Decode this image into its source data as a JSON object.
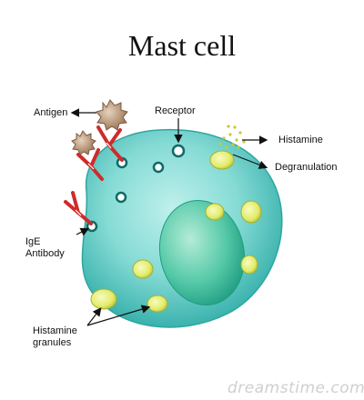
{
  "title": "Mast cell",
  "labels": {
    "antigen": "Antigen",
    "receptor": "Receptor",
    "histamine": "Histamine",
    "degranulation": "Degranulation",
    "ige_antibody": "IgE\nAntibody",
    "histamine_granules": "Histamine\ngranules"
  },
  "watermark": "dreamstime.com",
  "colors": {
    "cell": "#71d4cd",
    "nucleus": "#3fbf9f",
    "granule": "#e5ee6a",
    "antibody": "#d02a2a",
    "antigen": "#b5906c",
    "receptor": "#0e6a66",
    "histamine": "#c8c83a"
  }
}
